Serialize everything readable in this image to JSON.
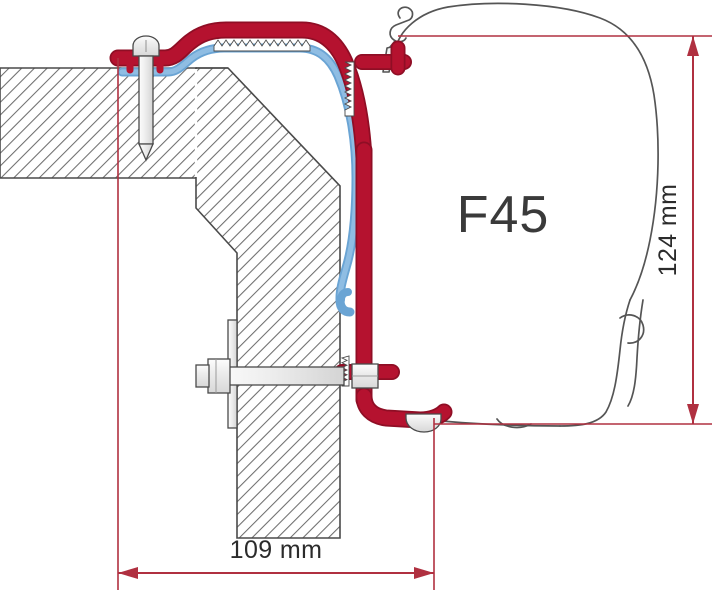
{
  "drawing": {
    "title": "Fiamma F45 awning adapter bracket cross-section",
    "model_label": "F45",
    "dimensions": {
      "width": {
        "label": "109 mm",
        "value": 109,
        "unit": "mm",
        "orientation": "horizontal",
        "position": "bottom"
      },
      "height": {
        "label": "124 mm",
        "value": 124,
        "unit": "mm",
        "orientation": "vertical",
        "position": "right"
      }
    },
    "colors": {
      "adapter_red": "#b5122f",
      "adapter_red_dark": "#8f0e25",
      "roof_blue": "#7cb0dd",
      "roof_blue_dark": "#4a85b8",
      "dimension_red": "#b03040",
      "hatch_gray": "#6e6e6e",
      "outline_gray": "#4a4a4a",
      "metal_fill": "#e9e9e9",
      "text_gray": "#3a3a3a",
      "background": "#ffffff"
    },
    "components": [
      {
        "name": "roof-panel",
        "style": "hatched-section"
      },
      {
        "name": "wall-panel",
        "style": "hatched-section"
      },
      {
        "name": "adapter-bracket",
        "style": "red-profile"
      },
      {
        "name": "roof-rail-seal",
        "style": "blue-profile"
      },
      {
        "name": "mounting-screw",
        "style": "metal"
      },
      {
        "name": "through-bolt",
        "style": "metal"
      },
      {
        "name": "hex-nut",
        "style": "metal"
      },
      {
        "name": "awning-case-outline",
        "style": "thin-outline"
      },
      {
        "name": "awning-hook",
        "style": "thin-outline"
      }
    ]
  }
}
